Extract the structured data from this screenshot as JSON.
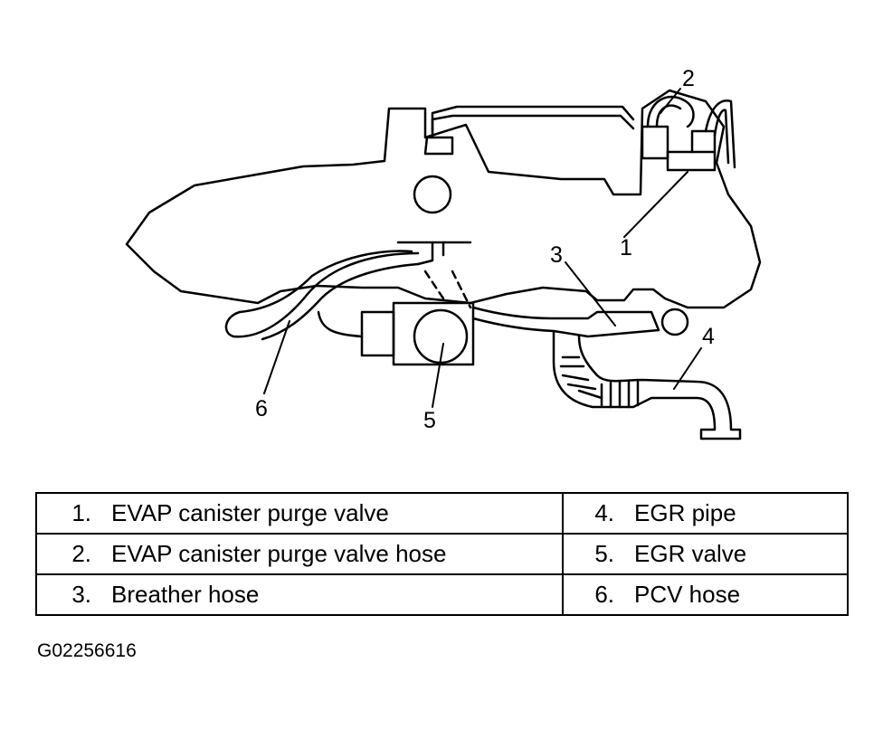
{
  "diagram": {
    "callouts": [
      {
        "id": "1",
        "label": "1"
      },
      {
        "id": "2",
        "label": "2"
      },
      {
        "id": "3",
        "label": "3"
      },
      {
        "id": "4",
        "label": "4"
      },
      {
        "id": "5",
        "label": "5"
      },
      {
        "id": "6",
        "label": "6"
      }
    ]
  },
  "legend": {
    "rows": [
      {
        "left_num": "1.",
        "left_text": "EVAP canister purge valve",
        "right_num": "4.",
        "right_text": "EGR pipe"
      },
      {
        "left_num": "2.",
        "left_text": "EVAP canister purge valve hose",
        "right_num": "5.",
        "right_text": "EGR valve"
      },
      {
        "left_num": "3.",
        "left_text": "Breather hose",
        "right_num": "6.",
        "right_text": "PCV hose"
      }
    ]
  },
  "figure_id": "G02256616"
}
